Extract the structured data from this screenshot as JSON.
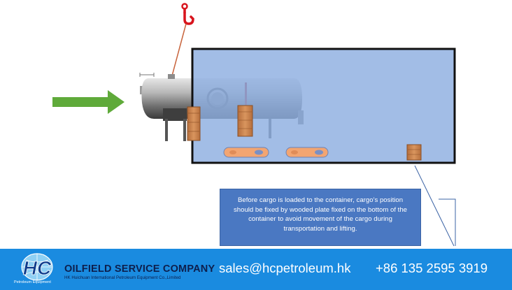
{
  "caption": {
    "lines": [
      "Before cargo is loaded to the container, cargo’s position",
      "should be fixed by wooded plate fixed on the bottom of the",
      "container to avoid movement of the cargo during",
      "transportation and lifting."
    ]
  },
  "footer": {
    "logo_text": "HC",
    "logo_caption": "Petroleum Equipment",
    "company": "OILFIELD SERVICE COMPANY",
    "company_sub": "HK Huichuan International Petroleum Equipment Co.,Limited",
    "email": "sales@hcpetroleum.hk",
    "phone": "+86 135 2595 3919"
  },
  "colors": {
    "container_fill": "#8eaee0",
    "container_border": "#111111",
    "arrow": "#5faa3a",
    "hook": "#d8141d",
    "sling": "#c8643c",
    "wood": "#c9824e",
    "callout": "#4a78c2",
    "footer": "#1a8be0"
  },
  "icons": [
    "lifting-hook-icon",
    "push-arrow-icon",
    "pressure-vessel",
    "wood-block",
    "logo-globe-icon"
  ]
}
